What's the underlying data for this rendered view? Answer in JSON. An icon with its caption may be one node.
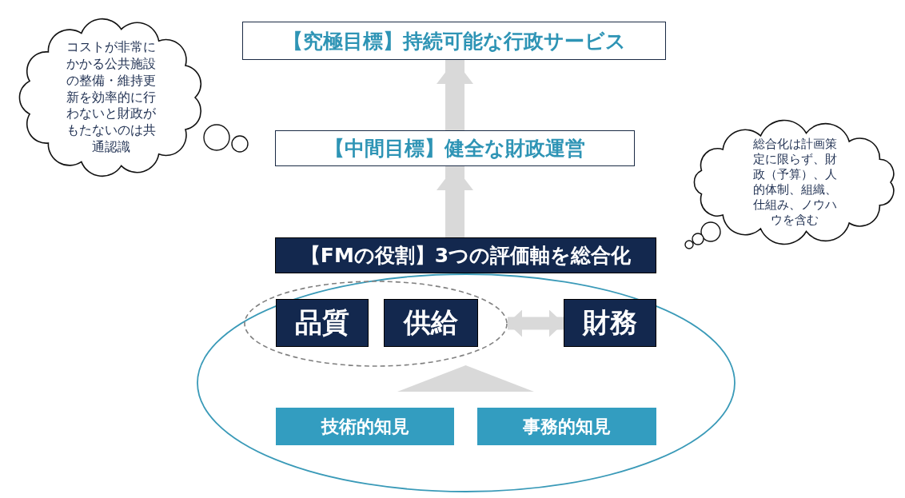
{
  "diagram": {
    "nodes": [
      {
        "text": [
          "【究極目標】持続可能な行政サービス"
        ]
      },
      {
        "text": [
          "【中間目標】健全な財政運営"
        ]
      },
      {
        "text": [
          "【FMの役割】3つの評価軸を総合化"
        ]
      },
      {
        "text": [],
        "shape": "ellipse"
      },
      {
        "text": [],
        "shape": "ellipse",
        "in": 3
      },
      {
        "text": [
          "品質"
        ],
        "in": 4
      },
      {
        "text": [
          "供給"
        ],
        "in": 4
      },
      {
        "text": [
          "財務"
        ],
        "in": 3
      },
      {
        "text": [],
        "shape": "triangle",
        "in": 3
      },
      {
        "text": [
          "技術的知見"
        ],
        "in": 3
      },
      {
        "text": [
          "事務的知見"
        ],
        "in": 3
      },
      {
        "text": [
          "コストが非常にかかる公共施設の整備・維持更新を効率的に行わないと財政がもたないのは共通認識"
        ]
      },
      {
        "text": [
          "総合化は計画策定に限らず、財政（予算）、人的体制、組織、仕組み、ノウハウを含む"
        ]
      }
    ],
    "edges": [
      {
        "from": 1,
        "to": 0,
        "arrow": "to"
      },
      {
        "from": 2,
        "to": 1,
        "arrow": "to"
      },
      {
        "from": 4,
        "to": 7,
        "arrow": "both"
      }
    ]
  }
}
